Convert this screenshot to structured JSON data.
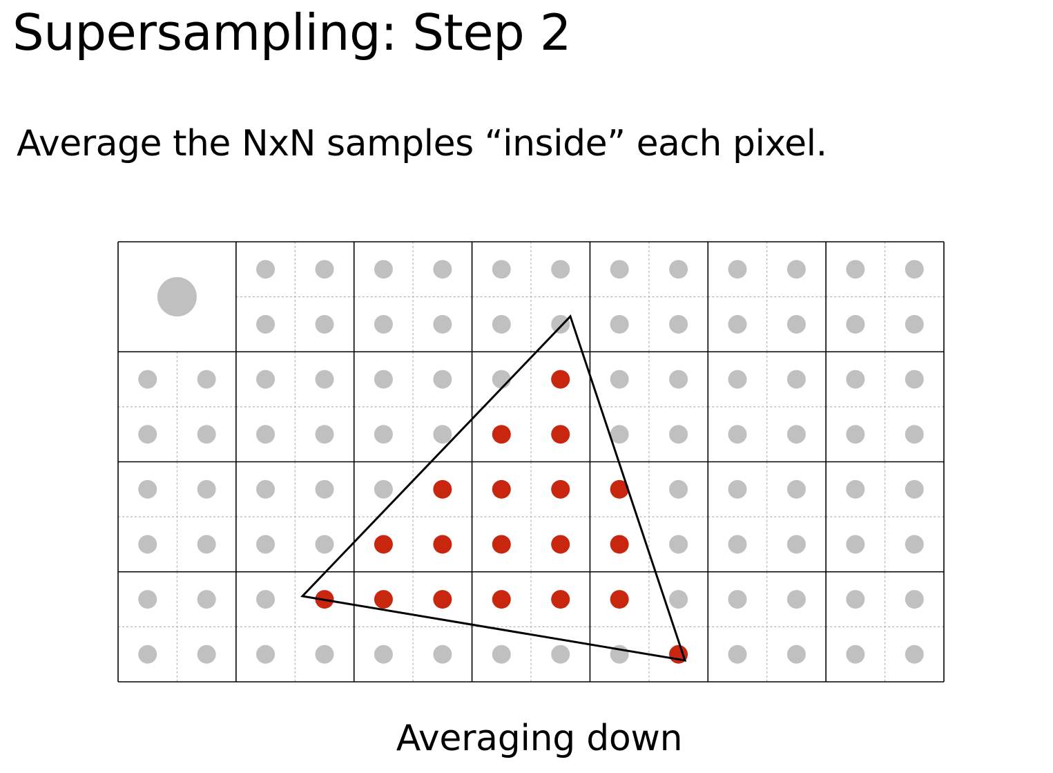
{
  "title": "Supersampling: Step 2",
  "body_text": "Average the NxN samples “inside” each pixel.",
  "caption": "Averaging down",
  "colors": {
    "sample_outside": "#c0c0c0",
    "sample_inside": "#c8260e",
    "pixel_grid_line": "#000000",
    "subsample_grid_line": "#b4b4b4",
    "triangle_stroke": "#000000"
  },
  "grid": {
    "pixel_cols": 7,
    "pixel_rows": 4,
    "samples_per_axis": 2,
    "averaged_pixels": [
      {
        "col": 0,
        "row": 0
      }
    ],
    "covered_samples": [
      {
        "col": 7,
        "row": 2
      },
      {
        "col": 6,
        "row": 3
      },
      {
        "col": 7,
        "row": 3
      },
      {
        "col": 5,
        "row": 4
      },
      {
        "col": 6,
        "row": 4
      },
      {
        "col": 7,
        "row": 4
      },
      {
        "col": 8,
        "row": 4
      },
      {
        "col": 4,
        "row": 5
      },
      {
        "col": 5,
        "row": 5
      },
      {
        "col": 6,
        "row": 5
      },
      {
        "col": 7,
        "row": 5
      },
      {
        "col": 8,
        "row": 5
      },
      {
        "col": 3,
        "row": 6
      },
      {
        "col": 4,
        "row": 6
      },
      {
        "col": 5,
        "row": 6
      },
      {
        "col": 6,
        "row": 6
      },
      {
        "col": 7,
        "row": 6
      },
      {
        "col": 8,
        "row": 6
      },
      {
        "col": 9,
        "row": 7
      }
    ]
  }
}
